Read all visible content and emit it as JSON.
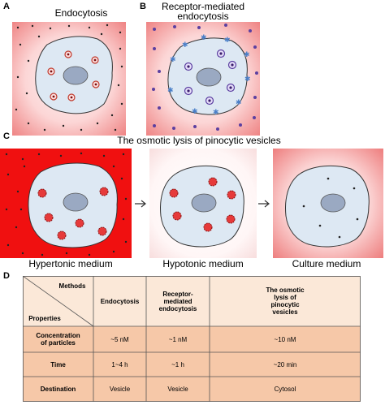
{
  "panels": {
    "a": {
      "letter": "A",
      "title": "Endocytosis"
    },
    "b": {
      "letter": "B",
      "title_line1": "Receptor-mediated",
      "title_line2": "endocytosis"
    },
    "c": {
      "letter": "C",
      "title": "The osmotic lysis of pinocytic vesicles",
      "media": [
        "Hypertonic medium",
        "Hypotonic medium",
        "Culture medium"
      ]
    },
    "d": {
      "letter": "D"
    }
  },
  "table": {
    "corner_top": "Methods",
    "corner_bottom": "Properties",
    "headers": [
      [
        "Endocytosis"
      ],
      [
        "Receptor-",
        "mediated",
        "endocytosis"
      ],
      [
        "The osmotic",
        "lysis of",
        "pinocytic",
        "vesicles"
      ]
    ],
    "rows": [
      {
        "label": [
          "Concentration",
          "of particles"
        ],
        "values": [
          "~5 nM",
          "~1 nM",
          "~10 nM"
        ]
      },
      {
        "label": [
          "Time"
        ],
        "values": [
          "1~4 h",
          "~1 h",
          "~20 min"
        ]
      },
      {
        "label": [
          "Destination"
        ],
        "values": [
          "Vesicle",
          "Vesicle",
          "Cytosol"
        ]
      }
    ]
  },
  "colors": {
    "pink_edge": "#ef8585",
    "pink_center": "#fff5f5",
    "red_bg": "#f01010",
    "cell_fill": "#dde8f3",
    "nucleus": "#9aa9c2",
    "table_header": "#fbe8d8",
    "table_body": "#f6c8a8",
    "receptor": "#4a7fc8"
  }
}
